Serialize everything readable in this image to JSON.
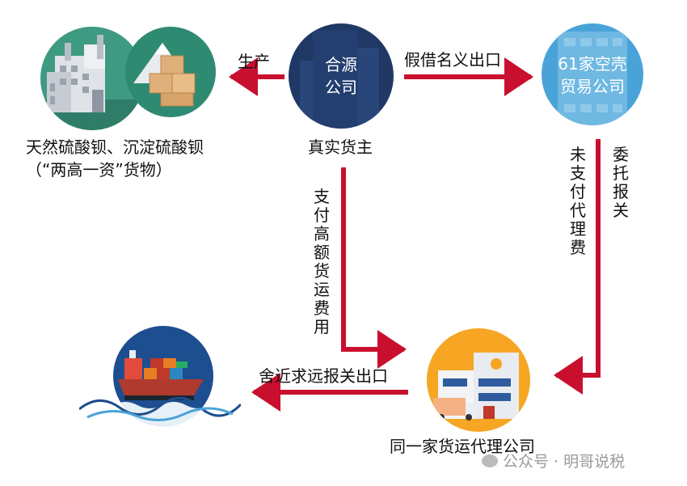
{
  "nodes": {
    "factory_caption_line1": "天然硫酸钡、沉淀硫酸钡",
    "factory_caption_line2": "（“两高一资”货物）",
    "owner_circle_text_line1": "合源",
    "owner_circle_text_line2": "公司",
    "owner_caption": "真实货主",
    "shell_circle_text_line1": "61家空壳",
    "shell_circle_text_line2": "贸易公司",
    "forwarder_caption": "同一家货运代理公司"
  },
  "edges": {
    "produce": "生产",
    "borrow_name_export": "假借名义出口",
    "pay_high_freight": "支付高额货运费用",
    "entrust_declare": "委托报关",
    "unpaid_agency_fee": "未支付代理费",
    "declare_far_export": "舍近求远报关出口"
  },
  "watermark": "公众号 · 明哥说税",
  "colors": {
    "arrow_red": "#c8102e",
    "owner_navy": "#1f3864",
    "shell_blue": "#4aa3d8",
    "factory_teal": "#3f9a82",
    "ship_blue": "#1d4e8f",
    "warehouse_orange": "#f6a623"
  }
}
